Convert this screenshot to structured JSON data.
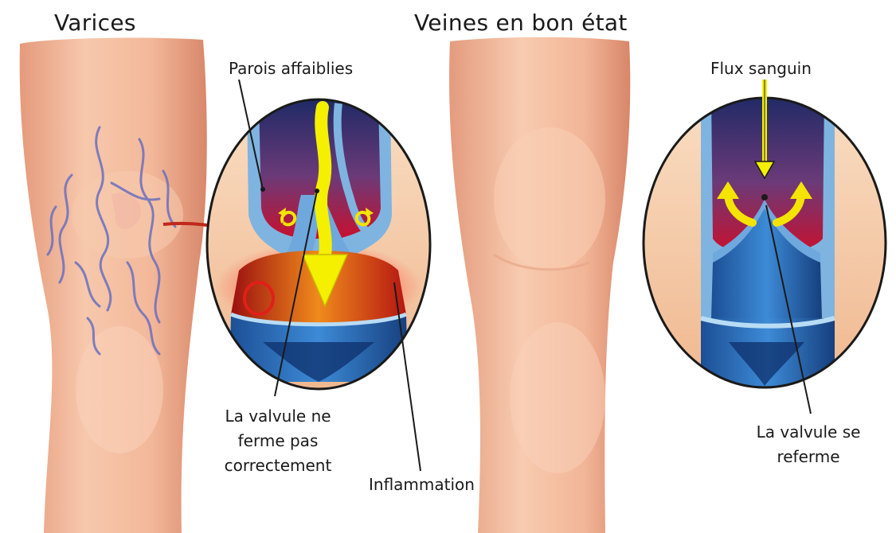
{
  "titles": {
    "left": "Varices",
    "right": "Veines en bon état"
  },
  "labels": {
    "weakened_walls": "Parois affaiblies",
    "blood_flow": "Flux sanguin",
    "valve_bad_line1": "La valvule ne",
    "valve_bad_line2": "ferme pas",
    "valve_bad_line3": "correctement",
    "inflammation": "Inflammation",
    "valve_good_line1": "La valvule se",
    "valve_good_line2": "referme"
  },
  "colors": {
    "skin": "#f2b89a",
    "skin_shadow": "#d98b6e",
    "vein_blue": "#2f6fb8",
    "vein_dark": "#0e2f6b",
    "blood_top": "#3b2a6e",
    "blood_bottom": "#c8102e",
    "arrow_yellow": "#f4f000",
    "inflammation_red": "#e0201a",
    "varicose_vein": "#6a6fc0"
  }
}
